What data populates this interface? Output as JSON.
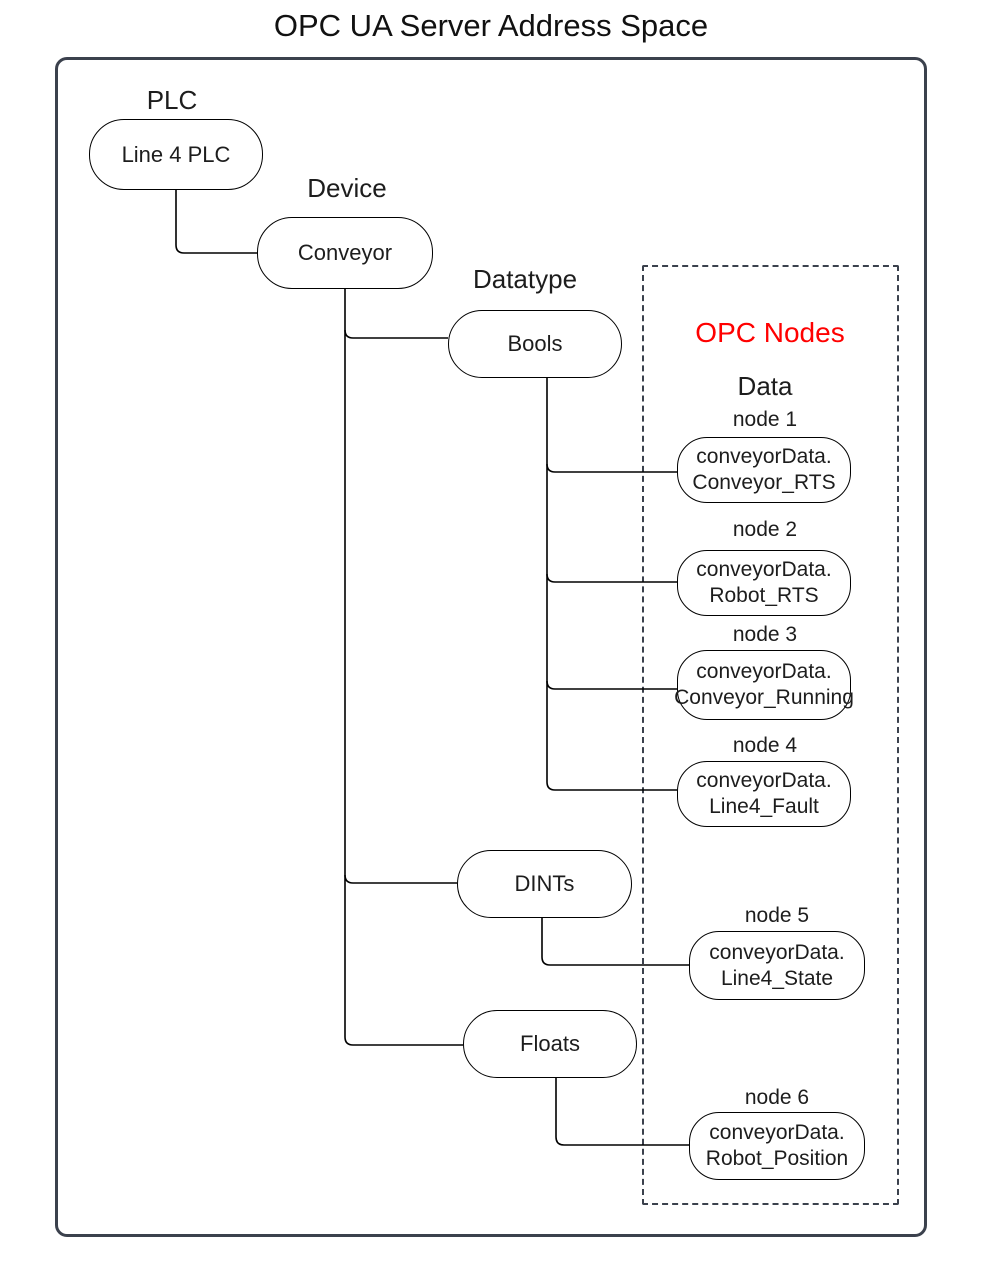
{
  "title": "OPC UA Server Address Space",
  "colors": {
    "accent_red": "#ff0000",
    "frame": "#3b414d",
    "node_stroke": "#000000"
  },
  "tree": {
    "plc_label": "PLC",
    "device_label": "Device",
    "datatype_label": "Datatype",
    "plc_node": "Line 4 PLC",
    "device_node": "Conveyor",
    "datatype_nodes": [
      "Bools",
      "DINTs",
      "Floats"
    ]
  },
  "opc_panel": {
    "title": "OPC Nodes",
    "subtitle": "Data",
    "nodes": [
      {
        "tag": "node 1",
        "line1": "conveyorData.",
        "line2": "Conveyor_RTS"
      },
      {
        "tag": "node 2",
        "line1": "conveyorData.",
        "line2": "Robot_RTS"
      },
      {
        "tag": "node 3",
        "line1": "conveyorData.",
        "line2": "Conveyor_Running"
      },
      {
        "tag": "node 4",
        "line1": "conveyorData.",
        "line2": "Line4_Fault"
      },
      {
        "tag": "node 5",
        "line1": "conveyorData.",
        "line2": "Line4_State"
      },
      {
        "tag": "node 6",
        "line1": "conveyorData.",
        "line2": "Robot_Position"
      }
    ]
  }
}
